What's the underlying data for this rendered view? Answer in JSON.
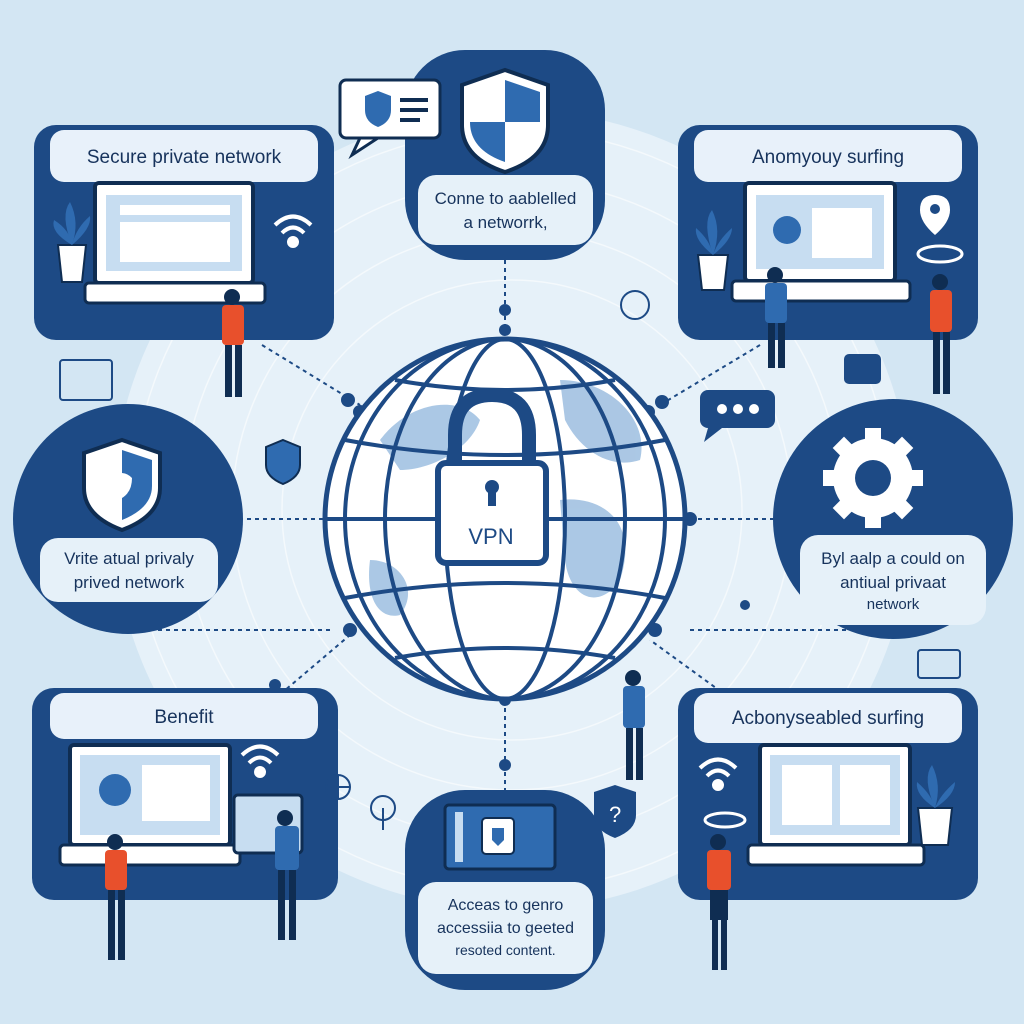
{
  "center": {
    "label": "VPN"
  },
  "cards": {
    "top_left": {
      "title": "Secure private network"
    },
    "top_center": {
      "line1": "Conne to aablelled",
      "line2": "a networrk,"
    },
    "top_right": {
      "title": "Anomyouy surfing"
    },
    "mid_left": {
      "line1": "Vrite atual privaly",
      "line2": "prived network"
    },
    "mid_right": {
      "line1": "Byl aalp a could on",
      "line2": "antiual privaat",
      "line3": "network"
    },
    "bottom_left": {
      "title": "Benefit"
    },
    "bottom_center": {
      "line1": "Acceas to genro",
      "line2": "accessiia to geeted",
      "line3": "resoted content."
    },
    "bottom_right": {
      "title": "Acbonyseabled surfing"
    }
  },
  "colors": {
    "background": "#d3e6f3",
    "card_navy": "#1d4a85",
    "card_border": "#17335c",
    "globe_line": "#1d4a85",
    "accent_orange": "#e8502c"
  },
  "icons": [
    "lock-icon",
    "shield-icon",
    "gear-icon",
    "wifi-icon",
    "globe-icon",
    "laptop-icon",
    "plant-icon",
    "chat-bubble-icon"
  ]
}
